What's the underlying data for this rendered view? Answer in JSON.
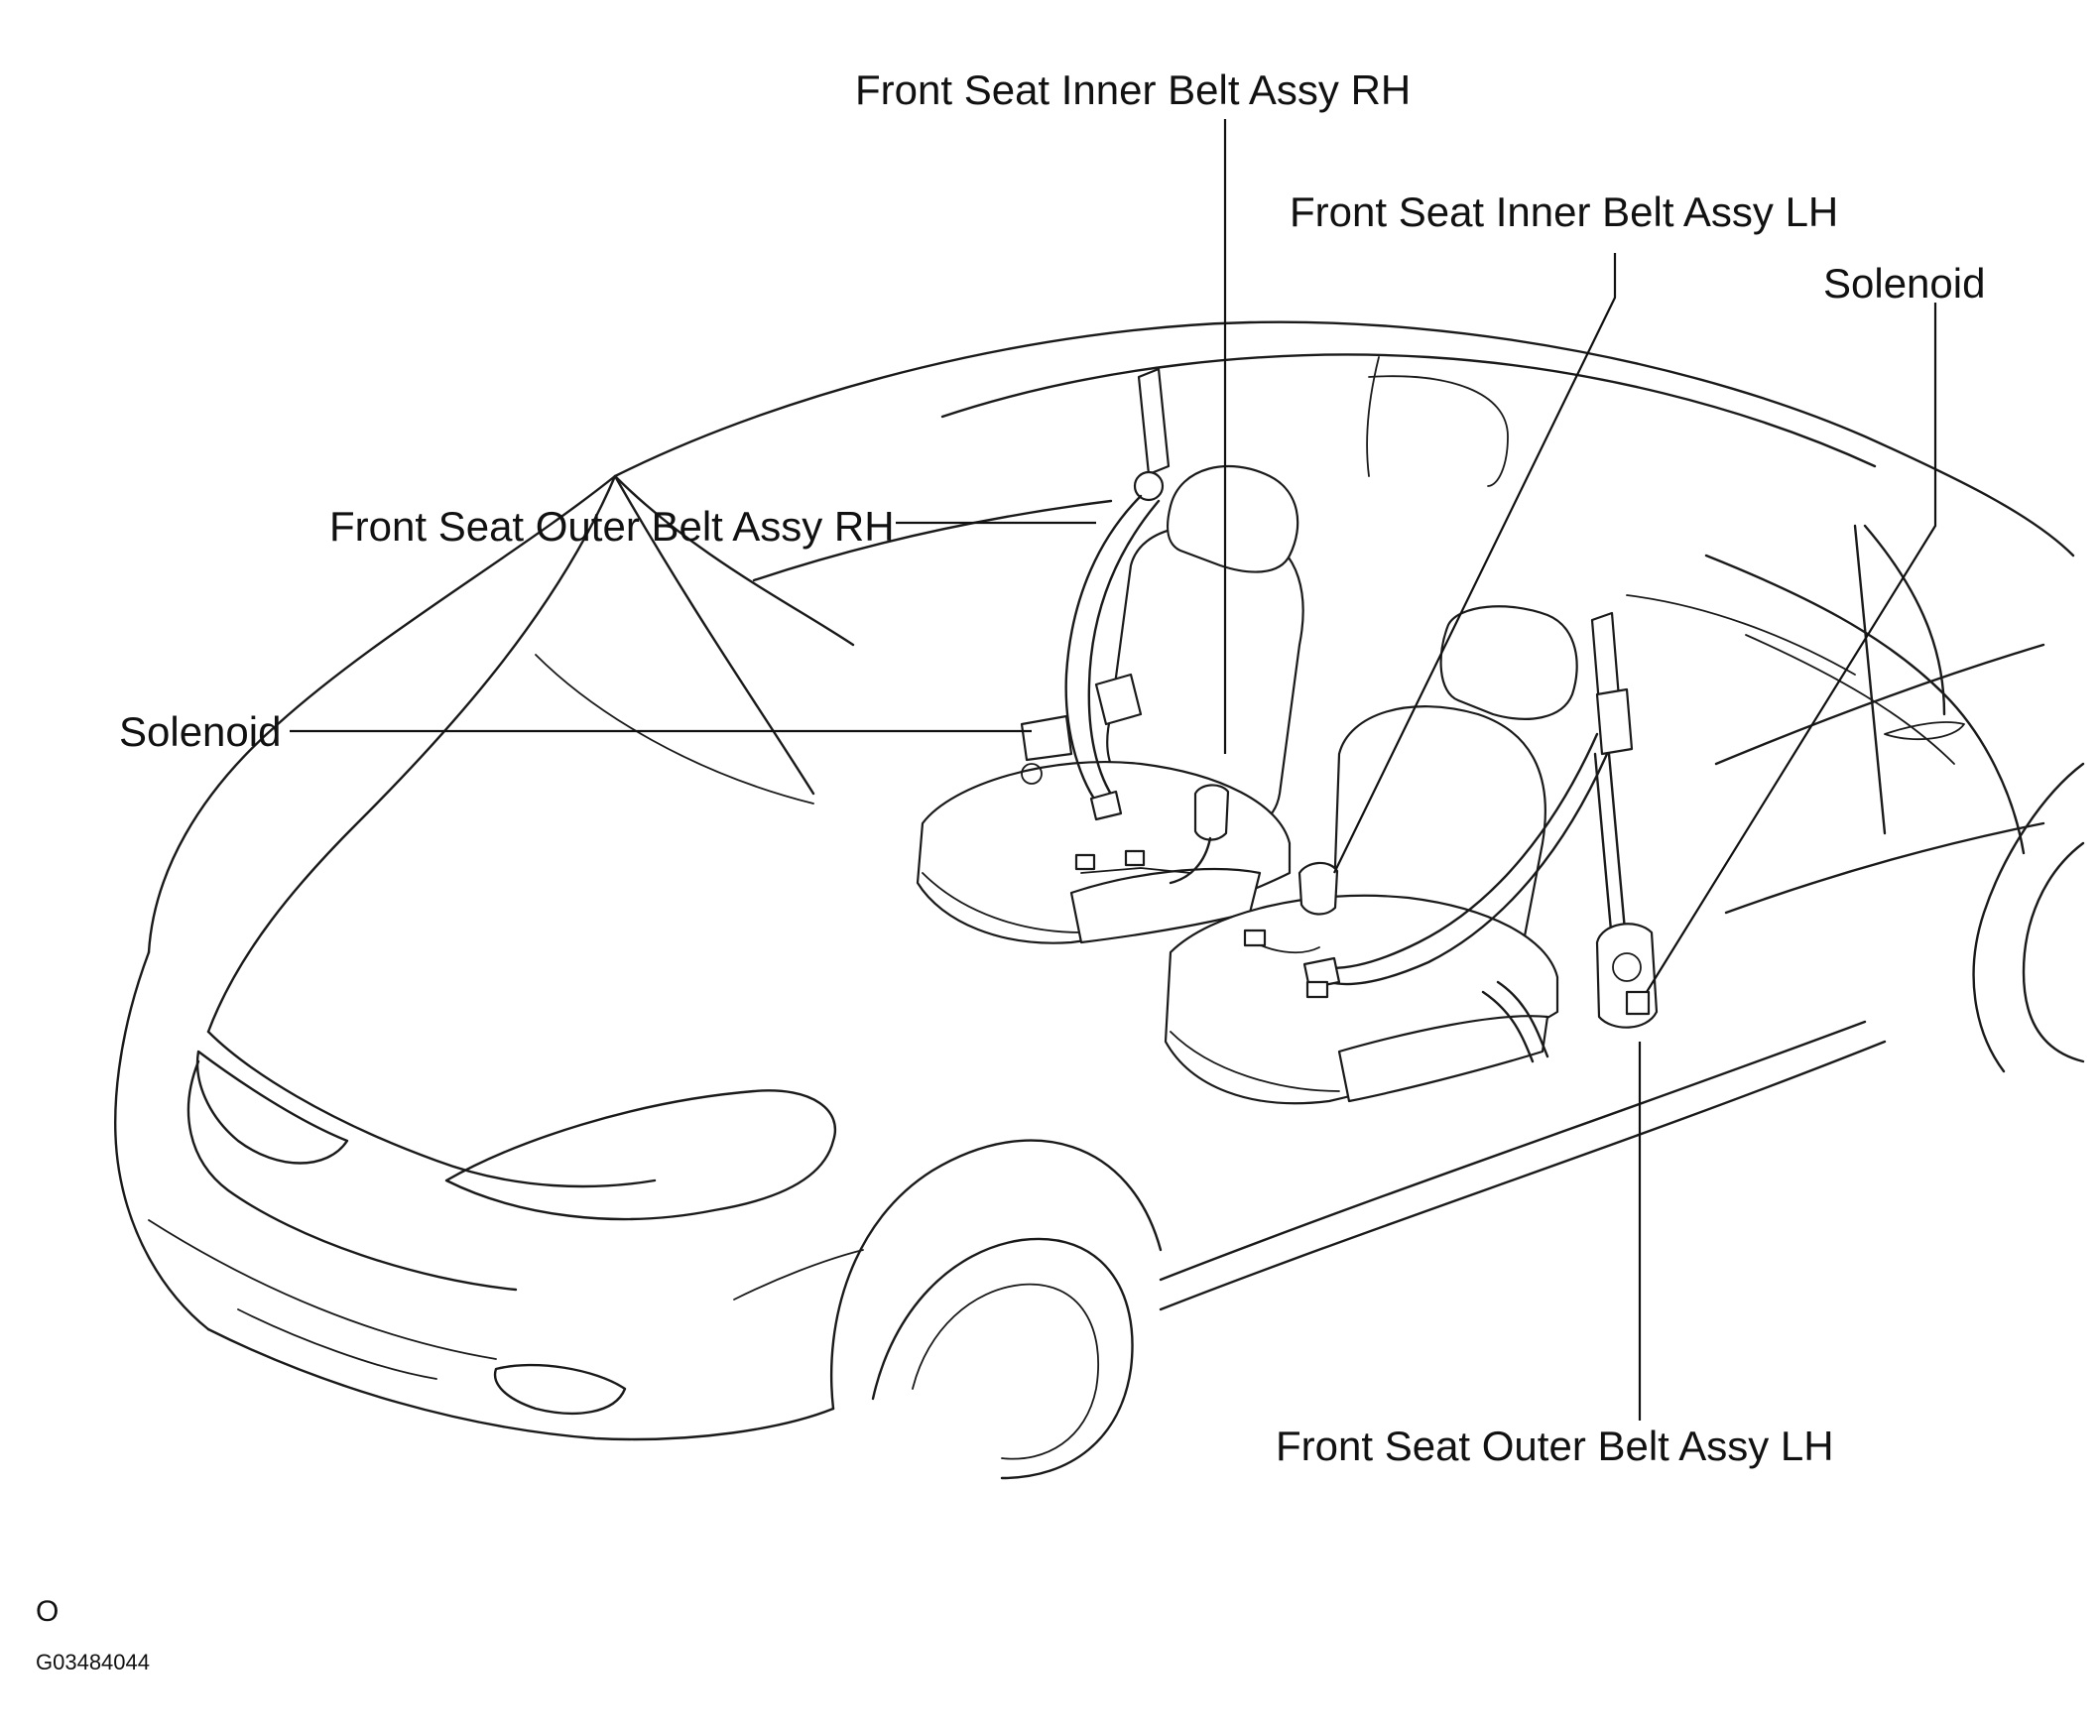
{
  "labels": {
    "inner_rh": "Front Seat Inner Belt Assy RH",
    "inner_lh": "Front Seat Inner Belt Assy LH",
    "solenoid_right": "Solenoid",
    "outer_rh": "Front Seat Outer Belt Assy RH",
    "solenoid_left": "Solenoid",
    "outer_lh": "Front Seat Outer Belt Assy LH"
  },
  "footer": {
    "mark": "O",
    "figure_code": "G03484044"
  }
}
